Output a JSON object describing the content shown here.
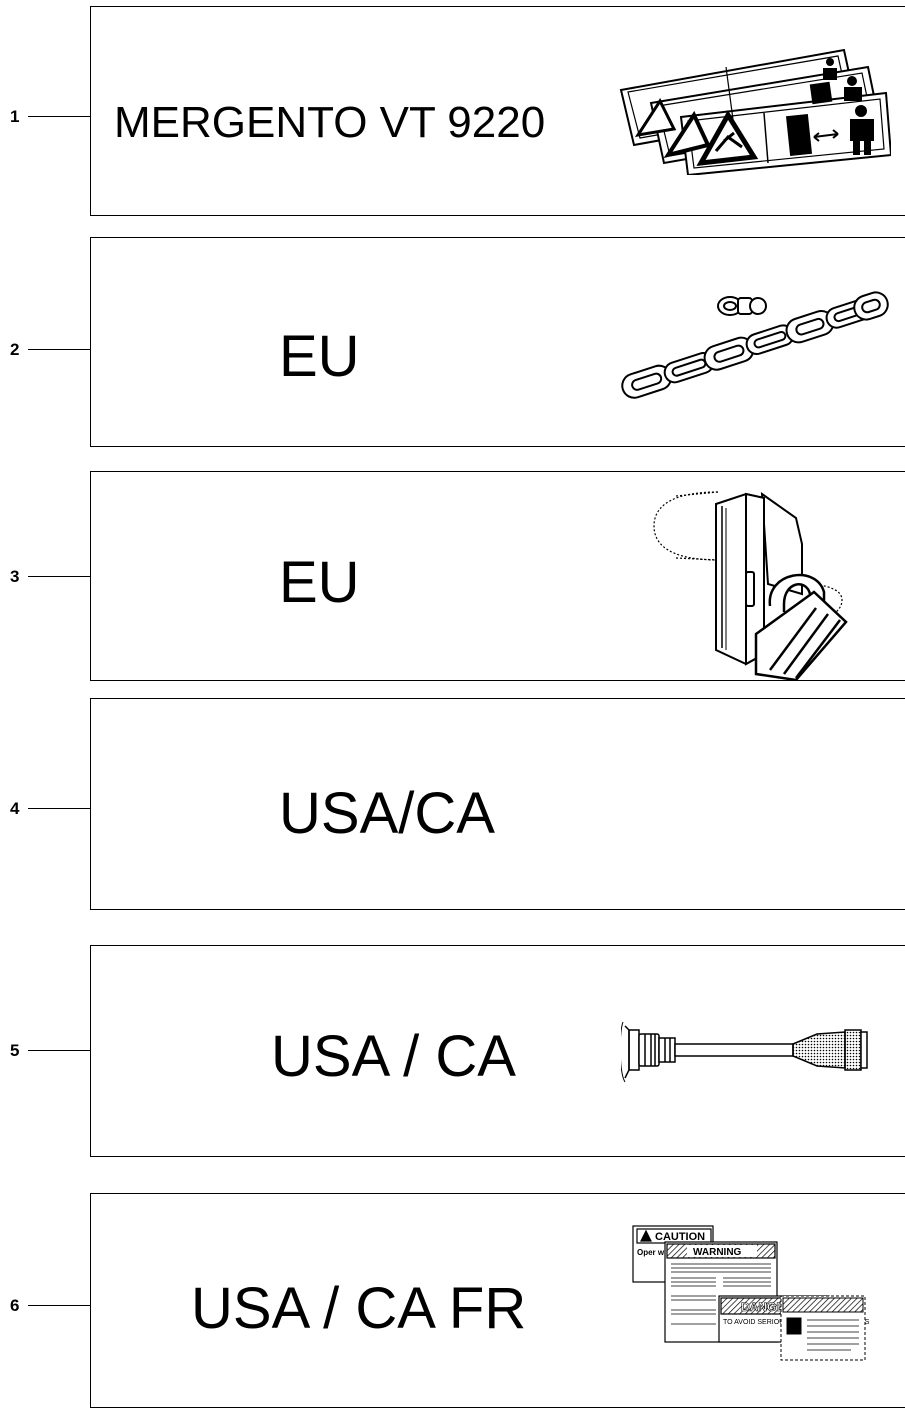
{
  "rows": [
    {
      "number": "1",
      "label": "MERGENTO VT 9220",
      "icon": "decal-sheets-icon"
    },
    {
      "number": "2",
      "label": "EU",
      "icon": "chain-icon"
    },
    {
      "number": "3",
      "label": "EU",
      "icon": "padlock-bracket-icon"
    },
    {
      "number": "4",
      "label": "USA/CA",
      "icon": ""
    },
    {
      "number": "5",
      "label": "USA / CA",
      "icon": "cable-connector-icon"
    },
    {
      "number": "6",
      "label": "USA / CA  FR",
      "icon": "warning-decals-icon"
    }
  ],
  "decals": {
    "caution": "CAUTION",
    "warning": "WARNING",
    "danger": "DANGER",
    "caution_text": "Oper with a",
    "danger_text": "TO AVOID SERIOUS NEVER ALLOW RIDERS"
  }
}
